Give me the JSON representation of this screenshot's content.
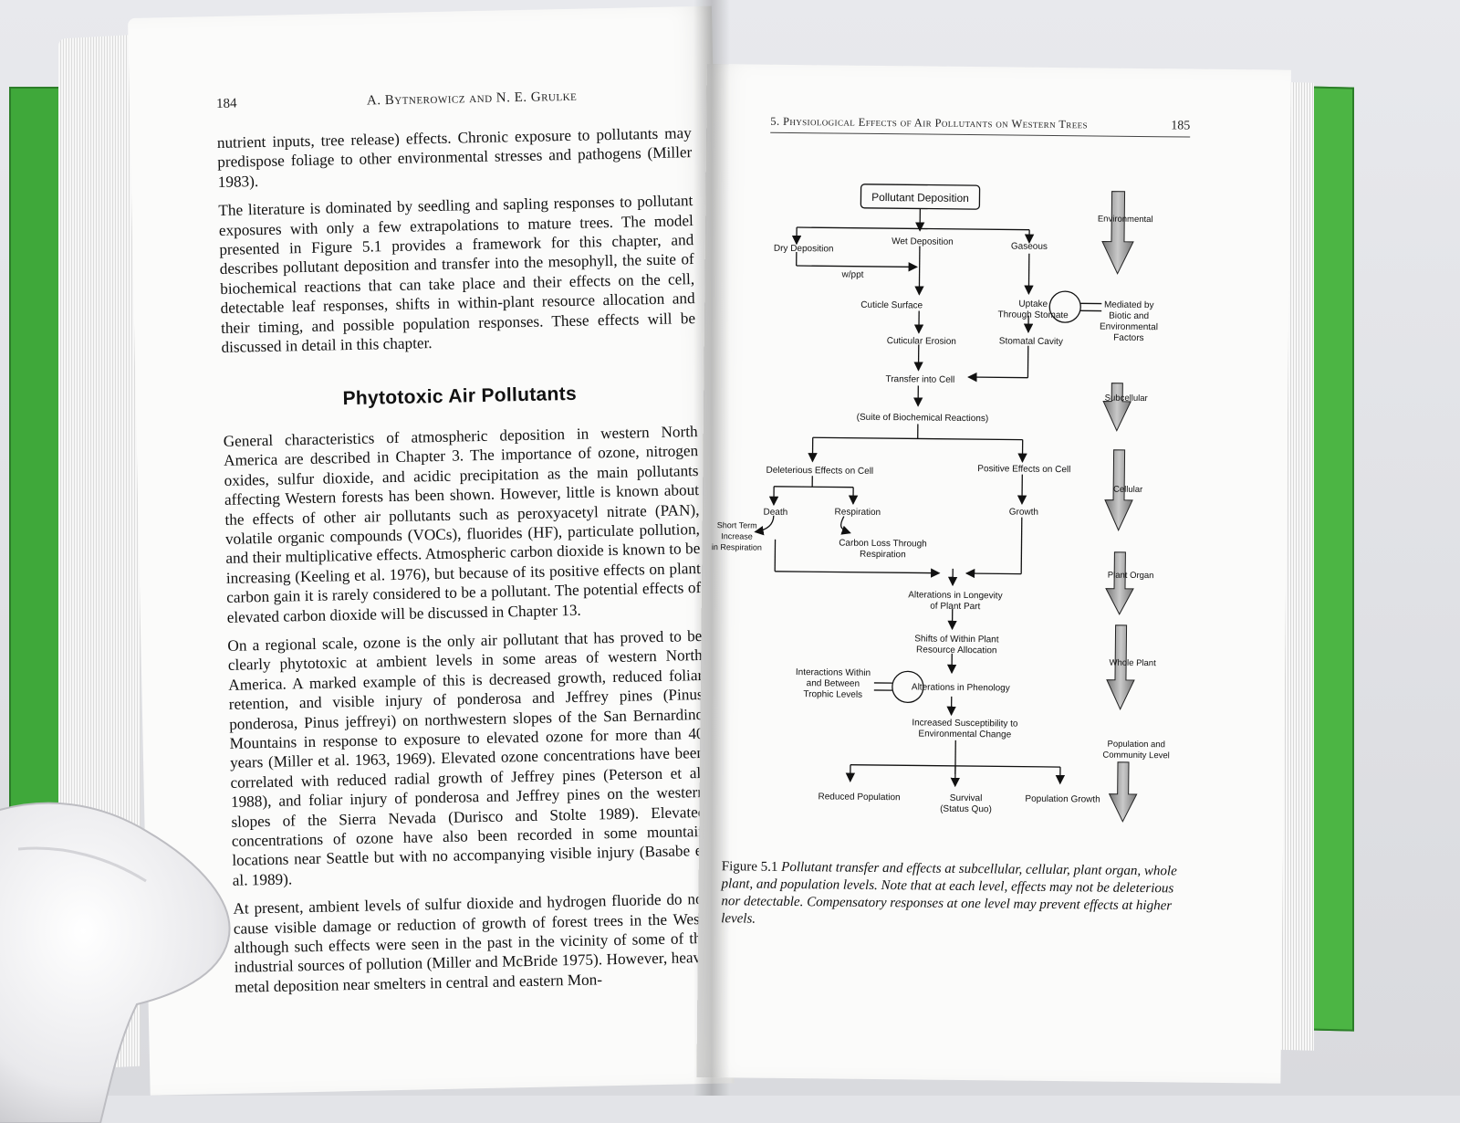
{
  "left_page": {
    "page_number": "184",
    "running_head": "A. Bytnerowicz and N. E. Grulke",
    "paragraphs": [
      "nutrient inputs, tree release) effects. Chronic exposure to pollutants may predispose foliage to other environmental stresses and pathogens (Miller 1983).",
      "The literature is dominated by seedling and sapling responses to pollutant exposures with only a few extrapolations to mature trees. The model presented in Figure 5.1 provides a framework for this chapter, and describes pollutant deposition and transfer into the mesophyll, the suite of biochemical reactions that can take place and their effects on the cell, detectable leaf responses, shifts in within-plant resource allocation and their timing, and possible population responses. These effects will be discussed in detail in this chapter."
    ],
    "heading": "Phytotoxic Air Pollutants",
    "paragraphs_after": [
      "General characteristics of atmospheric deposition in western North America are described in Chapter 3. The importance of ozone, nitrogen oxides, sulfur dioxide, and acidic precipitation as the main pollutants affecting Western forests has been shown. However, little is known about the effects of other air pollutants such as peroxyacetyl nitrate (PAN), volatile organic compounds (VOCs), fluorides (HF), particulate pollution, and their multiplicative effects. Atmospheric carbon dioxide is known to be increasing (Keeling et al. 1976), but because of its positive effects on plant carbon gain it is rarely considered to be a pollutant. The potential effects of elevated carbon dioxide will be discussed in Chapter 13.",
      "On a regional scale, ozone is the only air pollutant that has proved to be clearly phytotoxic at ambient levels in some areas of western North America. A marked example of this is decreased growth, reduced foliar retention, and visible injury of ponderosa and Jeffrey pines (Pinus ponderosa, Pinus jeffreyi) on northwestern slopes of the San Bernardino Mountains in response to exposure to elevated ozone for more than 40 years (Miller et al. 1963, 1969). Elevated ozone concentrations have been correlated with reduced radial growth of Jeffrey pines (Peterson et al. 1988), and foliar injury of ponderosa and Jeffrey pines on the western slopes of the Sierra Nevada (Durisco and Stolte 1989). Elevated concentrations of ozone have also been recorded in some mountain locations near Seattle but with no accompanying visible injury (Basabe et al. 1989).",
      "At present, ambient levels of sulfur dioxide and hydrogen fluoride do not cause visible damage or reduction of growth of forest trees in the West, although such effects were seen in the past in the vicinity of some of the industrial sources of pollution (Miller and McBride 1975). However, heavy metal deposition near smelters in central and eastern Mon-"
    ]
  },
  "right_page": {
    "page_number": "185",
    "running_head": "5. Physiological Effects of Air Pollutants on Western Trees",
    "diagram": {
      "top_box": "Pollutant Deposition",
      "dry_deposition": "Dry Deposition",
      "wppt": "w/ppt",
      "wet_deposition": "Wet Deposition",
      "gaseous": "Gaseous",
      "cuticle_surface": "Cuticle Surface",
      "uptake_line1": "Uptake",
      "uptake_line2": "Through Stomate",
      "mediated_line1": "Mediated by",
      "mediated_line2": "Biotic and",
      "mediated_line3": "Environmental",
      "mediated_line4": "Factors",
      "cuticular_erosion": "Cuticular Erosion",
      "stomatal_cavity": "Stomatal Cavity",
      "transfer_into_cell": "Transfer into Cell",
      "suite_biochem": "(Suite of Biochemical Reactions)",
      "deleterious": "Deleterious Effects on Cell",
      "positive": "Positive Effects on Cell",
      "death": "Death",
      "respiration": "Respiration",
      "growth": "Growth",
      "short_term_line1": "Short Term",
      "short_term_line2": "Increase",
      "short_term_line3": "in Respiration",
      "carbon_loss_line1": "Carbon Loss Through",
      "carbon_loss_line2": "Respiration",
      "alterations_longevity_line1": "Alterations in Longevity",
      "alterations_longevity_line2": "of Plant Part",
      "shifts_line1": "Shifts of Within Plant",
      "shifts_line2": "Resource Allocation",
      "interactions_line1": "Interactions Within",
      "interactions_line2": "and Between",
      "interactions_line3": "Trophic Levels",
      "alterations_phenology": "Alterations in Phenology",
      "susceptibility_line1": "Increased Susceptibility to",
      "susceptibility_line2": "Environmental Change",
      "reduced_population": "Reduced Population",
      "survival_line1": "Survival",
      "survival_line2": "(Status Quo)",
      "population_growth": "Population Growth",
      "levels": {
        "environmental": "Environmental",
        "subcellular": "Subcellular",
        "cellular": "Cellular",
        "plant_organ": "Plant Organ",
        "whole_plant": "Whole Plant",
        "population_line1": "Population and",
        "population_line2": "Community Level"
      }
    },
    "caption_label": "Figure 5.1",
    "caption_text": "Pollutant transfer and effects at subcellular, cellular, plant organ, whole plant, and population levels. Note that at each level, effects may not be deleterious nor detectable. Compensatory responses at one level may prevent effects at higher levels."
  }
}
